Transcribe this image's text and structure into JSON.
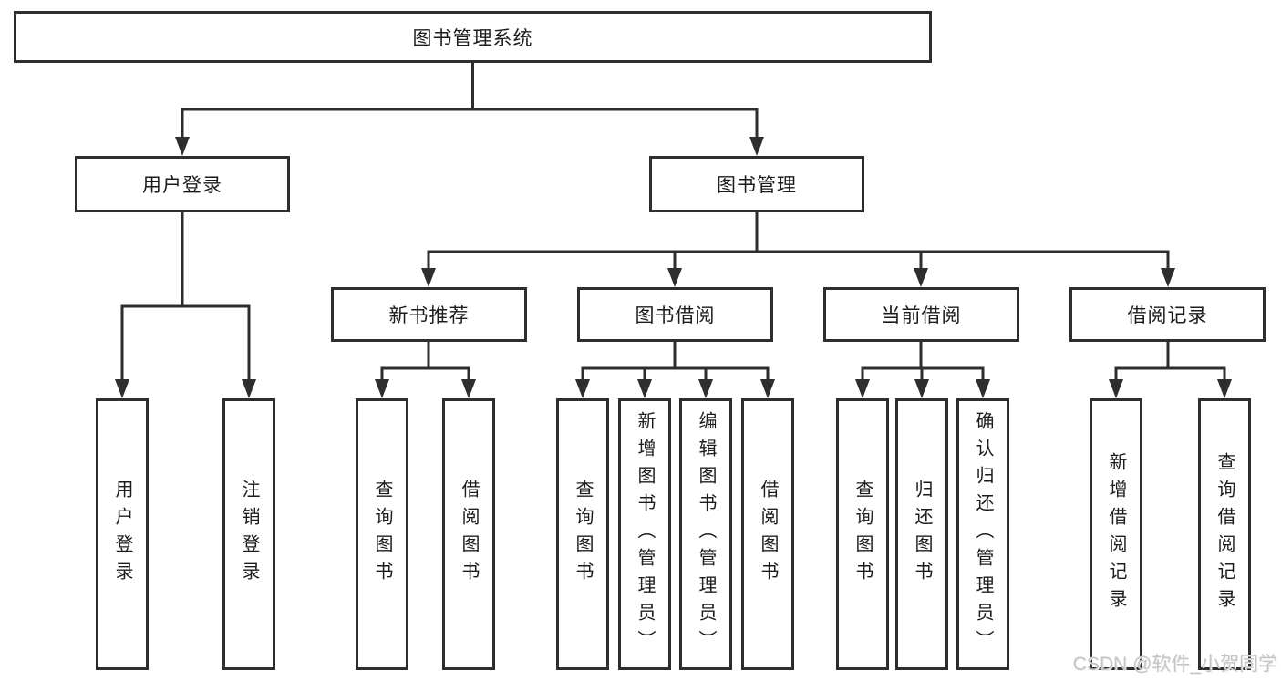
{
  "diagram_type": "tree",
  "tree": {
    "label": "图书管理系统",
    "children": [
      {
        "label": "用户登录",
        "children": [
          {
            "label": "用户登录"
          },
          {
            "label": "注销登录"
          }
        ]
      },
      {
        "label": "图书管理",
        "children": [
          {
            "label": "新书推荐",
            "children": [
              {
                "label": "查询图书"
              },
              {
                "label": "借阅图书"
              }
            ]
          },
          {
            "label": "图书借阅",
            "children": [
              {
                "label": "查询图书"
              },
              {
                "label": "新增图书（管理员）"
              },
              {
                "label": "编辑图书（管理员）"
              },
              {
                "label": "借阅图书"
              }
            ]
          },
          {
            "label": "当前借阅",
            "children": [
              {
                "label": "查询图书"
              },
              {
                "label": "归还图书"
              },
              {
                "label": "确认归还（管理员）"
              }
            ]
          },
          {
            "label": "借阅记录",
            "children": [
              {
                "label": "新增借阅记录"
              },
              {
                "label": "查询借阅记录"
              }
            ]
          }
        ]
      }
    ]
  },
  "watermark": {
    "text": "CSDN @软件_小贺同学"
  },
  "colors": {
    "line": "#2e2e2e",
    "border": "#2e2e2e",
    "text": "#1c1c1c",
    "watermark": "#c4c4c4",
    "background": "#ffffff"
  }
}
